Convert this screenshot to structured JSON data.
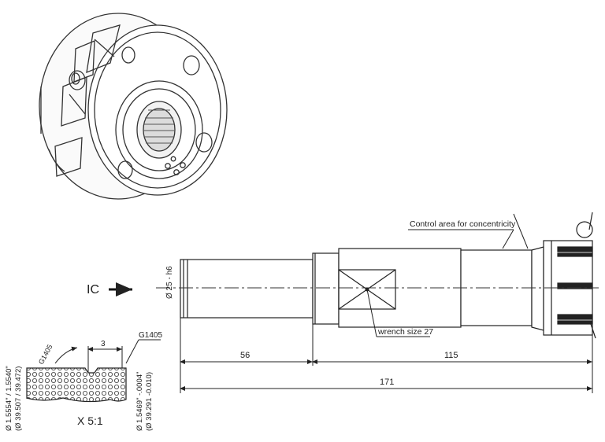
{
  "labels": {
    "ic": "IC",
    "diameter_shaft": "Ø 25 - h6",
    "control_area": "Control area for concentricity",
    "wrench": "wrench size 27",
    "dim_56": "56",
    "dim_115": "115",
    "dim_171": "171",
    "dim_3": "3",
    "g1405_right": "G1405",
    "g1405_left": "G1405",
    "detail_scale": "X 5:1",
    "left_dim_inch": "Ø 1.5554\" / 1.5540\"",
    "left_dim_mm": "(Ø 39.507 / 39.472)",
    "right_dim_inch": "Ø 1.5469\" -.0004\"",
    "right_dim_mm": "(Ø 39.291 -0.010)"
  },
  "colors": {
    "line": "#222222",
    "center_line": "#333333"
  }
}
